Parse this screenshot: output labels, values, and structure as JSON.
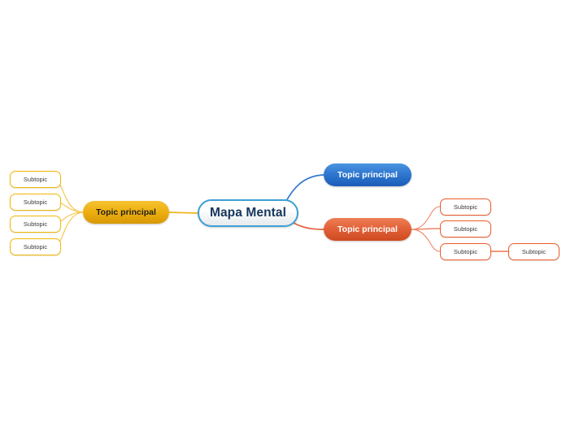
{
  "diagram": {
    "type": "mind-map",
    "title": "Mapa Mental",
    "background": "#ffffff",
    "colors": {
      "root_border": "#3f9fd4",
      "root_text": "#16365c",
      "blue": "#2f78d0",
      "red": "#e2623a",
      "gold": "#eeb111",
      "sub_gold_border": "#f2b705",
      "sub_red_border": "#ec5c2b",
      "sub_text": "#3a3a3a"
    },
    "root": {
      "label": "Mapa Mental"
    },
    "branches": [
      {
        "id": "branch-blue",
        "label": "Topic principal",
        "color": "#2f78d0",
        "side": "right",
        "children": []
      },
      {
        "id": "branch-red",
        "label": "Topic principal",
        "color": "#e2623a",
        "side": "right",
        "children": [
          {
            "id": "red-sub-1",
            "label": "Subtopic",
            "children": []
          },
          {
            "id": "red-sub-2",
            "label": "Subtopic",
            "children": []
          },
          {
            "id": "red-sub-3",
            "label": "Subtopic",
            "children": [
              {
                "id": "red-sub-3-1",
                "label": "Subtopic",
                "children": []
              }
            ]
          }
        ]
      },
      {
        "id": "branch-gold",
        "label": "Topic principal",
        "color": "#eeb111",
        "side": "left",
        "children": [
          {
            "id": "gold-sub-1",
            "label": "Subtopic",
            "children": []
          },
          {
            "id": "gold-sub-2",
            "label": "Subtopic",
            "children": []
          },
          {
            "id": "gold-sub-3",
            "label": "Subtopic",
            "children": []
          },
          {
            "id": "gold-sub-4",
            "label": "Subtopic",
            "children": []
          }
        ]
      }
    ]
  }
}
